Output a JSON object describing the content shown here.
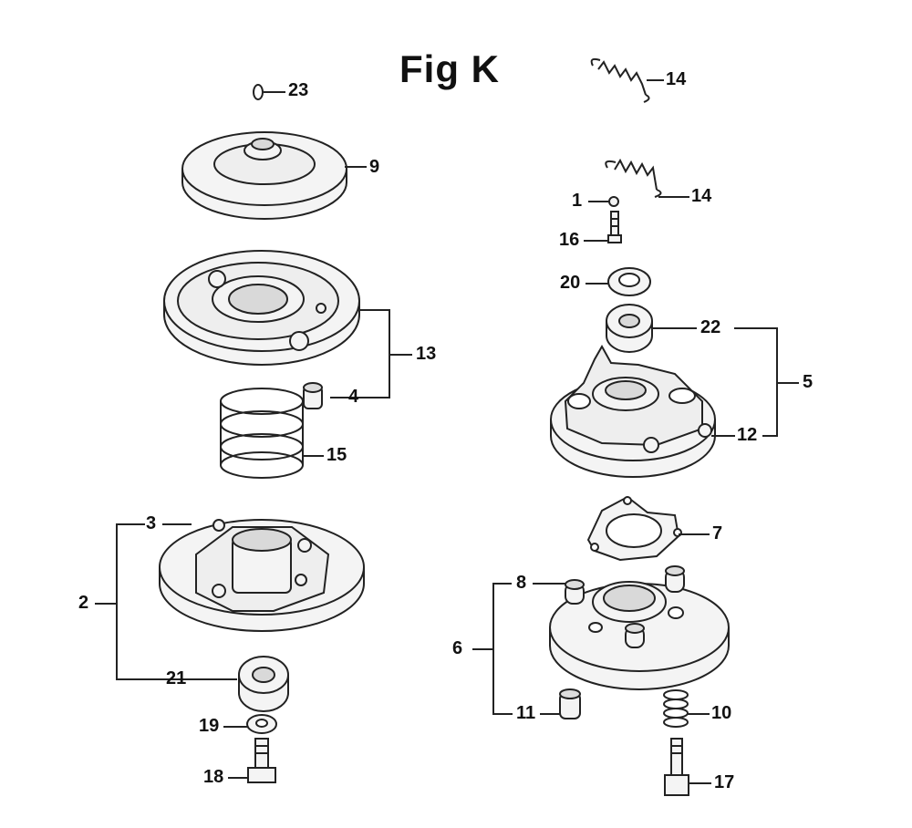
{
  "title": "Fig K",
  "colors": {
    "line": "#222222",
    "fill": "#f4f4f4",
    "shade": "#d9d9d9",
    "background": "#ffffff"
  },
  "callouts": {
    "p1": "1",
    "p2": "2",
    "p3": "3",
    "p4": "4",
    "p5": "5",
    "p6": "6",
    "p7": "7",
    "p8": "8",
    "p9": "9",
    "p10": "10",
    "p11": "11",
    "p12": "12",
    "p13": "13",
    "p14a": "14",
    "p14b": "14",
    "p15": "15",
    "p16": "16",
    "p17": "17",
    "p18": "18",
    "p19": "19",
    "p20": "20",
    "p21": "21",
    "p22": "22",
    "p23": "23"
  }
}
